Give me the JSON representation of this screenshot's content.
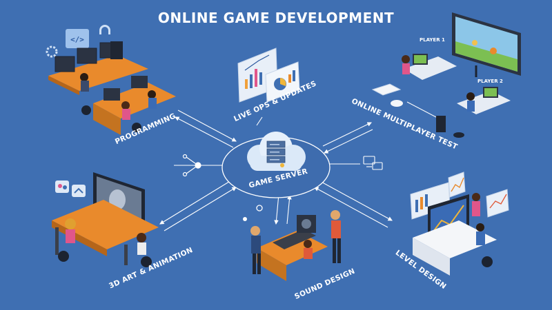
{
  "title": "ONLINE GAME DEVELOPMENT",
  "center": {
    "label": "GAME SERVER"
  },
  "nodes": {
    "programming": "PROGRAMMING",
    "live_ops": "LIVE OPS & UPDATES",
    "multiplayer": "ONLINE MULTIPLAYER TEST",
    "art": "3D ART & ANIMATION",
    "sound": "SOUND DESIGN",
    "level": "LEVEL DESIGN"
  },
  "players": {
    "p1": "PLAYER 1",
    "p2": "PLAYER 2"
  },
  "colors": {
    "background": "#3f6fb2",
    "desk": "#e98a2c",
    "cloud": "#dbe9f8",
    "server": "#4d6fa0",
    "arrow": "#ffffff"
  },
  "icons": [
    "code-icon",
    "headset-icon",
    "gear-icon",
    "cloud-icon",
    "server-icon",
    "computers-icon",
    "monitor-icon",
    "chart-icon"
  ]
}
